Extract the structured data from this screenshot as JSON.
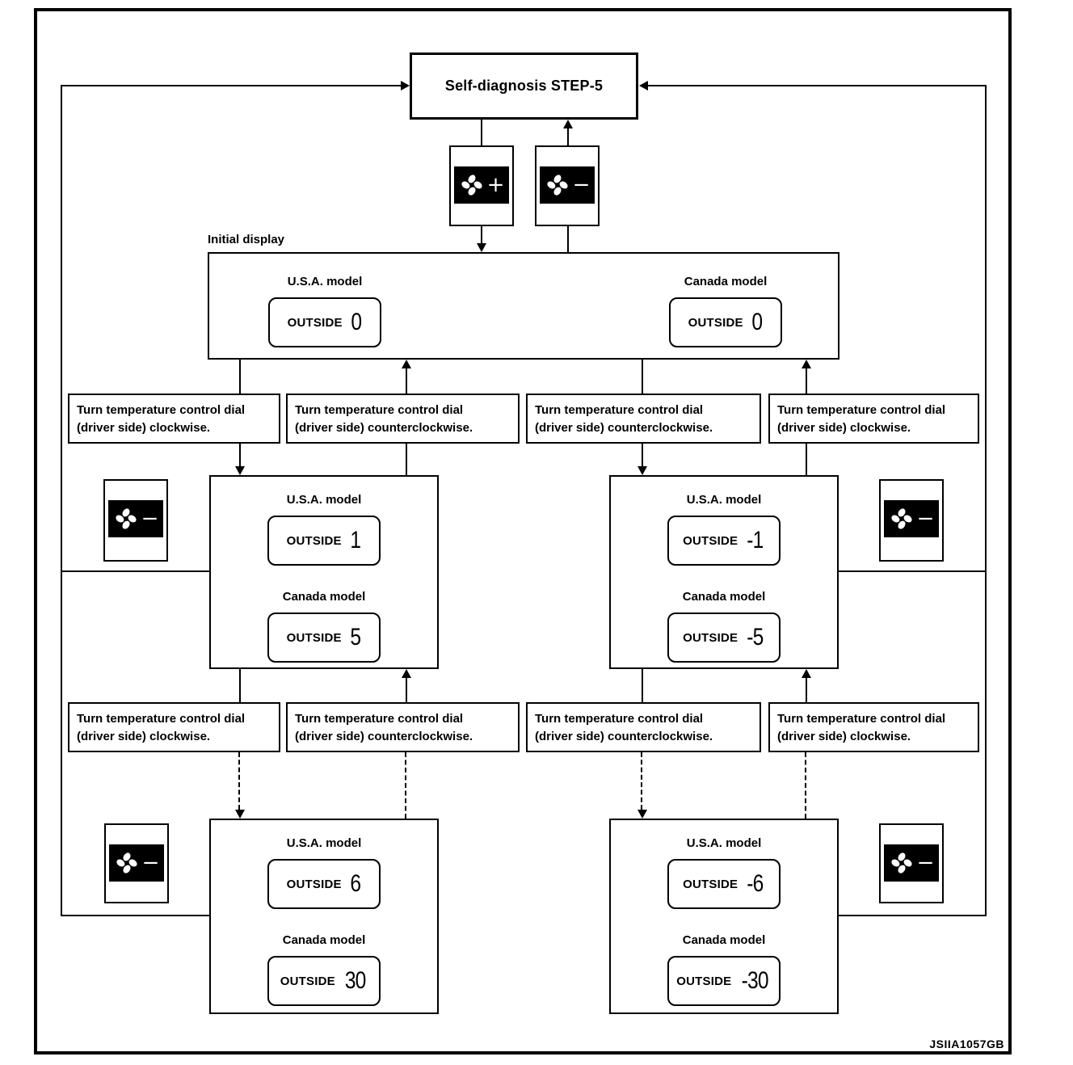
{
  "frame": {
    "watermark": "JSIIA1057GB"
  },
  "step": {
    "label": "Self-diagnosis STEP-5"
  },
  "initial": {
    "caption": "Initial display"
  },
  "models": {
    "usa": "U.S.A. model",
    "canada": "Canada model"
  },
  "display": {
    "prefix": "OUTSIDE"
  },
  "actions": {
    "cw": {
      "line1": "Turn temperature control dial",
      "line2": "(driver side) clockwise."
    },
    "ccw": {
      "line1": "Turn temperature control dial",
      "line2": "(driver side) counterclockwise."
    }
  },
  "fan": {
    "plus": "+",
    "minus": "−"
  },
  "values": {
    "initial_usa": "0",
    "initial_canada": "0",
    "mid_left_usa": "1",
    "mid_left_canada": "5",
    "mid_right_usa": "-1",
    "mid_right_canada": "-5",
    "bottom_left_usa": "6",
    "bottom_left_canada": "30",
    "bottom_right_usa": "-6",
    "bottom_right_canada": "-30"
  }
}
